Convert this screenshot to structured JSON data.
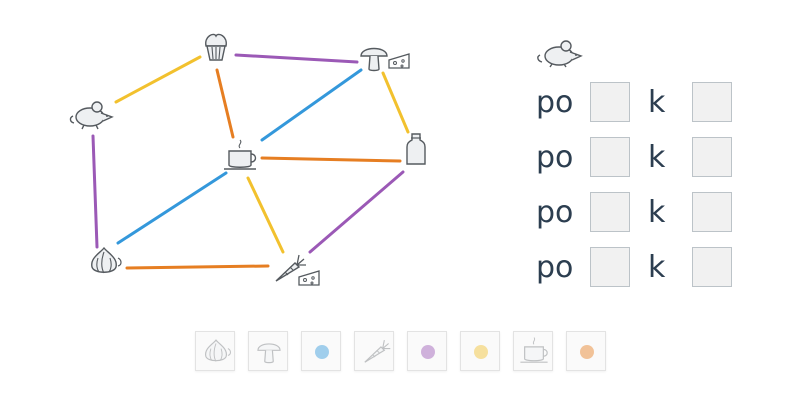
{
  "puzzle": {
    "nodes": [
      {
        "id": "cupcake",
        "icon": "cupcake-icon"
      },
      {
        "id": "mushroom",
        "icon": "mushroom-icon",
        "extra_icon": "cheese-icon"
      },
      {
        "id": "mouse",
        "icon": "mouse-icon"
      },
      {
        "id": "cup",
        "icon": "cup-icon"
      },
      {
        "id": "bottle",
        "icon": "bottle-icon"
      },
      {
        "id": "garlic",
        "icon": "garlic-icon"
      },
      {
        "id": "carrot",
        "icon": "carrot-icon",
        "extra_icon": "cheese-icon"
      }
    ],
    "edges": [
      {
        "from": "mouse",
        "to": "cupcake",
        "color": "yellow"
      },
      {
        "from": "cupcake",
        "to": "mushroom",
        "color": "purple"
      },
      {
        "from": "cupcake",
        "to": "cup",
        "color": "orange"
      },
      {
        "from": "mushroom",
        "to": "cup",
        "color": "blue"
      },
      {
        "from": "mushroom",
        "to": "bottle",
        "color": "yellow"
      },
      {
        "from": "cup",
        "to": "bottle",
        "color": "orange"
      },
      {
        "from": "mouse",
        "to": "garlic",
        "color": "purple"
      },
      {
        "from": "cup",
        "to": "garlic",
        "color": "blue"
      },
      {
        "from": "cup",
        "to": "carrot",
        "color": "yellow"
      },
      {
        "from": "bottle",
        "to": "carrot",
        "color": "purple"
      },
      {
        "from": "garlic",
        "to": "carrot",
        "color": "orange"
      }
    ],
    "colors": {
      "yellow": "#f2c12e",
      "purple": "#9b59b6",
      "orange": "#e67e22",
      "blue": "#3498db",
      "icon_stroke": "#555a5f"
    }
  },
  "answer": {
    "header_icon": "mouse-icon",
    "rows": [
      {
        "word1": "po",
        "word2": "k"
      },
      {
        "word1": "po",
        "word2": "k"
      },
      {
        "word1": "po",
        "word2": "k"
      },
      {
        "word1": "po",
        "word2": "k"
      }
    ]
  },
  "tray": {
    "tiles": [
      {
        "type": "icon",
        "icon": "garlic-icon"
      },
      {
        "type": "icon",
        "icon": "mushroom-icon"
      },
      {
        "type": "color",
        "color": "#3498db"
      },
      {
        "type": "icon",
        "icon": "carrot-icon"
      },
      {
        "type": "color",
        "color": "#9b59b6"
      },
      {
        "type": "color",
        "color": "#f2c12e"
      },
      {
        "type": "icon",
        "icon": "cup-icon"
      },
      {
        "type": "color",
        "color": "#e67e22"
      }
    ]
  }
}
